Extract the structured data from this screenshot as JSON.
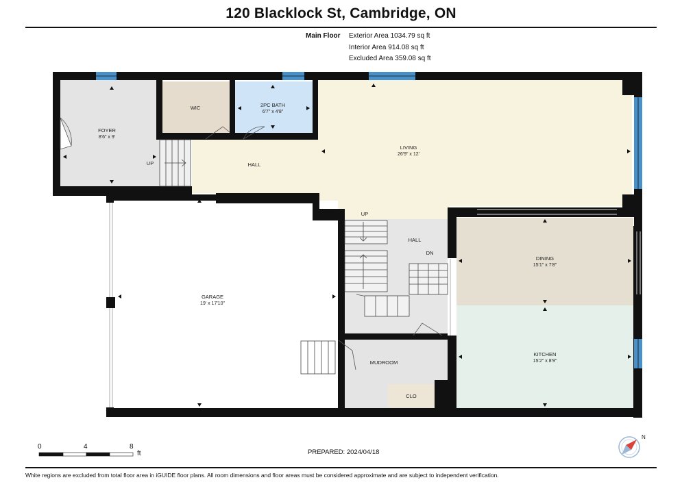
{
  "header": {
    "title": "120 Blacklock St, Cambridge, ON"
  },
  "summary": {
    "floor": "Main Floor",
    "exterior": "Exterior Area 1034.79 sq ft",
    "interior": "Interior Area 914.08 sq ft",
    "excluded": "Excluded Area 359.08 sq ft"
  },
  "rooms": {
    "foyer": {
      "name": "FOYER",
      "dim": "8'6\" x 9'"
    },
    "wic": {
      "name": "WIC"
    },
    "bath": {
      "name": "2PC BATH",
      "dim": "6'7\" x 4'8\""
    },
    "living": {
      "name": "LIVING",
      "dim": "26'9\" x 12'"
    },
    "hall_upper": {
      "name": "HALL"
    },
    "hall_center": {
      "name": "HALL"
    },
    "dining": {
      "name": "DINING",
      "dim": "15'1\" x 7'8\""
    },
    "kitchen": {
      "name": "KITCHEN",
      "dim": "15'2\" x 8'9\""
    },
    "garage": {
      "name": "GARAGE",
      "dim": "19' x 17'10\""
    },
    "mudroom": {
      "name": "MUDROOM"
    },
    "closet": {
      "name": "CLO"
    }
  },
  "stairs": {
    "up_foyer": "UP",
    "up_center": "UP",
    "down_center": "DN"
  },
  "scale": {
    "labels": [
      "0",
      "4",
      "8"
    ],
    "unit": "ft"
  },
  "prepared": "PREPARED: 2024/04/18",
  "footer": "White regions are excluded from total floor area in iGUIDE floor plans. All room dimensions and floor areas must be considered approximate and are subject to independent verification.",
  "compass": {
    "north": "N"
  },
  "colors": {
    "wall": "#111111",
    "window": "#4a90c8",
    "foyer": "#e4e4e4",
    "wic": "#e6dccd",
    "bath": "#cfe4f6",
    "living": "#f7f3df",
    "dining": "#e5dfd1",
    "kitchen": "#e5f0ea",
    "garage": "#ffffff",
    "mudroom": "#e4e4e4",
    "closet": "#ede6d6"
  },
  "icons": {
    "compass": "compass-icon",
    "arrow": "dimension-arrow-icon"
  }
}
